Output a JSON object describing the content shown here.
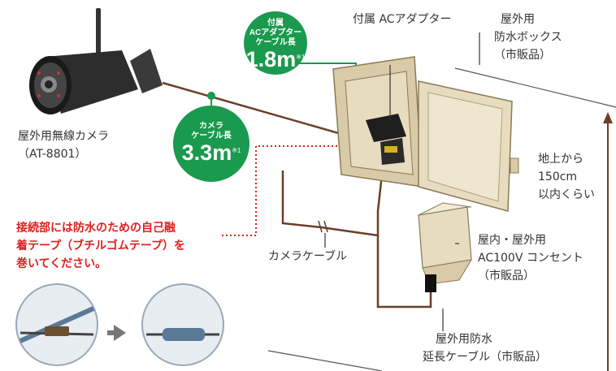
{
  "labels": {
    "camera": "屋外用無線カメラ",
    "camera_model": "（AT-8801）",
    "adapter": "付属 ACアダプター",
    "box_line1": "屋外用",
    "box_line2": "防水ボックス",
    "box_line3": "（市販品）",
    "height_line1": "地上から",
    "height_line2": "150cm",
    "height_line3": "以内くらい",
    "outlet_line1": "屋内・屋外用",
    "outlet_line2": "AC100V コンセント",
    "outlet_line3": "（市販品）",
    "camera_cable": "カメラケーブル",
    "ext_line1": "屋外用防水",
    "ext_line2": "延長ケーブル（市販品）"
  },
  "badges": {
    "adapter_cable": {
      "line1": "付属",
      "line2": "ACアダプター",
      "line3": "ケーブル長",
      "value": "1.8",
      "unit": "m",
      "note": "※1"
    },
    "camera_cable": {
      "line1": "カメラ",
      "line2": "ケーブル長",
      "value": "3.3",
      "unit": "m",
      "note": "※1"
    }
  },
  "warning": {
    "line1": "接続部には防水のための自己融",
    "line2": "着テープ（ブチルゴムテープ）を",
    "line3": "巻いてください。"
  },
  "colors": {
    "badge_green": "#1a9a4e",
    "warning_red": "#e02020",
    "cable_brown": "#6b3e26",
    "box_beige": "#e8dcc0"
  }
}
